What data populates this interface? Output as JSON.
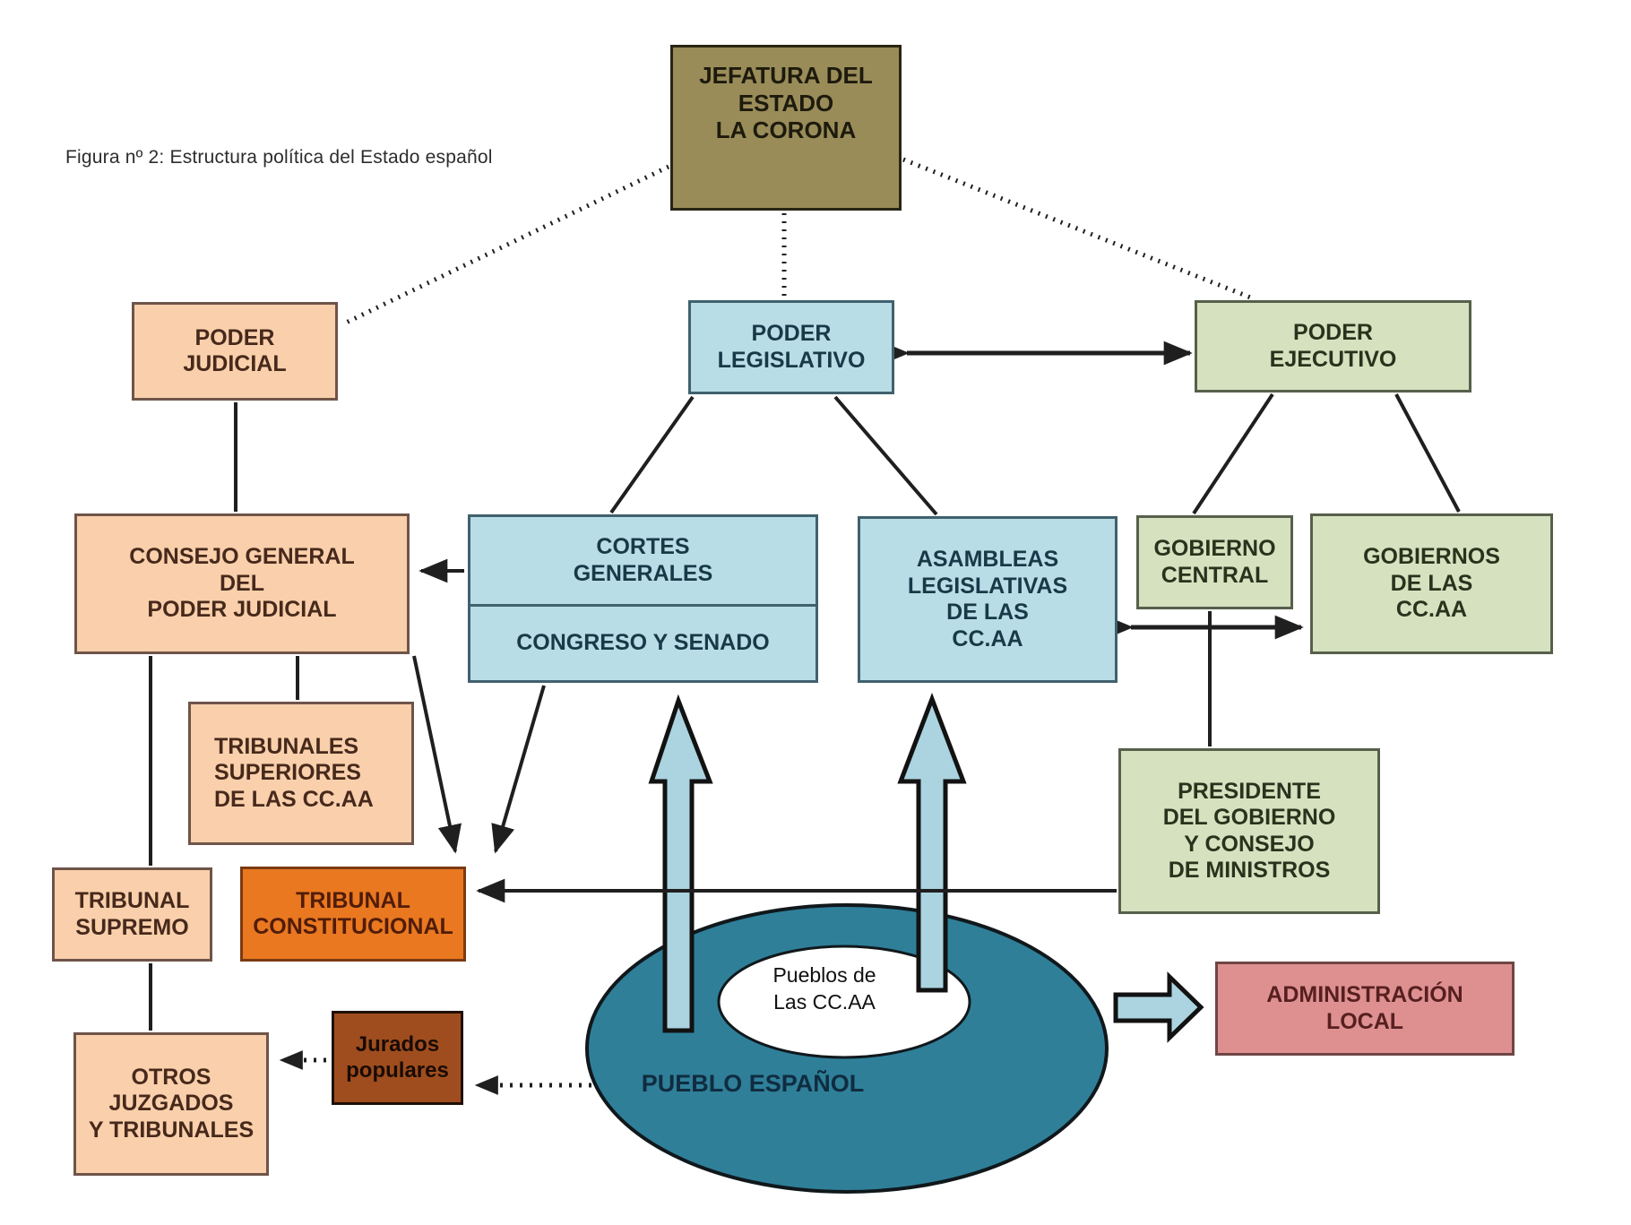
{
  "figure": {
    "caption": "Figura nº 2: Estructura política del Estado español"
  },
  "nodes": {
    "jefatura": {
      "label": "JEFATURA DEL\nESTADO\nLA CORONA"
    },
    "poder_judicial": {
      "label": "PODER\nJUDICIAL"
    },
    "poder_legislativo": {
      "label": "PODER\nLEGISLATIVO"
    },
    "poder_ejecutivo": {
      "label": "PODER\nEJECUTIVO"
    },
    "consejo_general": {
      "label": "CONSEJO GENERAL\nDEL\nPODER JUDICIAL"
    },
    "cortes_generales": {
      "label": "CORTES\nGENERALES"
    },
    "congreso_senado": {
      "label": "CONGRESO Y SENADO"
    },
    "asambleas": {
      "label": "ASAMBLEAS\nLEGISLATIVAS\nDE LAS\nCC.AA"
    },
    "gobierno_central": {
      "label": "GOBIERNO\nCENTRAL"
    },
    "gobiernos_ccaa": {
      "label": "GOBIERNOS\nDE LAS\nCC.AA"
    },
    "tribunales_superiores": {
      "label": "TRIBUNALES\nSUPERIORES\nDE LAS CC.AA"
    },
    "tribunal_supremo": {
      "label": "TRIBUNAL\nSUPREMO"
    },
    "tribunal_constitucional": {
      "label": "TRIBUNAL\nCONSTITUCIONAL"
    },
    "presidente": {
      "label": "PRESIDENTE\nDEL GOBIERNO\nY CONSEJO\nDE MINISTROS"
    },
    "jurados_populares": {
      "label": "Jurados\npopulares"
    },
    "otros_juzgados": {
      "label": "OTROS\nJUZGADOS\nY TRIBUNALES"
    },
    "administracion_local": {
      "label": "ADMINISTRACIÓN\nLOCAL"
    },
    "pueblo_espanol": {
      "label": "PUEBLO ESPAÑOL"
    },
    "pueblos_ccaa": {
      "label": "Pueblos de\nLas CC.AA"
    }
  },
  "colors": {
    "crown_box": "#998c58",
    "judicial_box": "#f9d0ab",
    "legislative_box": "#b9dde7",
    "executive_box": "#d6e1bf",
    "constitutional_court_box": "#e97820",
    "jury_box": "#9f4d1e",
    "local_admin_box": "#de9090",
    "people_ellipse": "#2f7f99",
    "inner_ellipse": "#ffffff",
    "flow_arrow_fill": "#abd4e0",
    "line_color": "#1f1f1f"
  }
}
